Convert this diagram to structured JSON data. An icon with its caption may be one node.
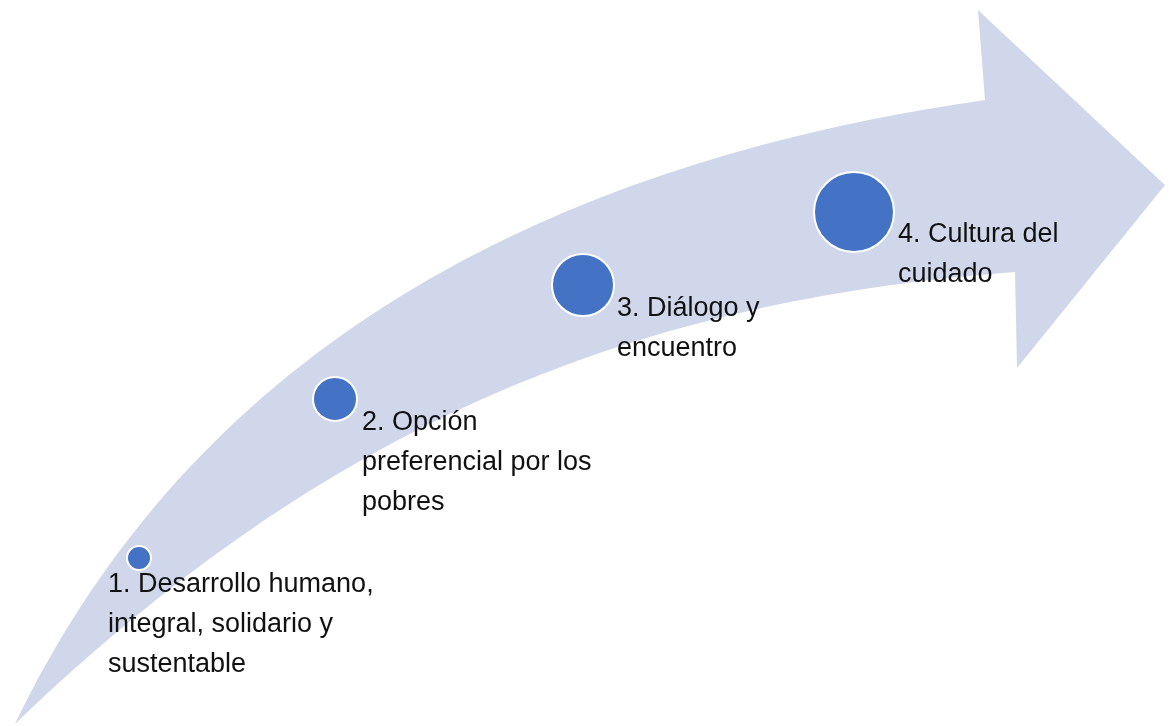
{
  "diagram": {
    "nodes": [
      {
        "text": [],
        "shape": "circle",
        "beside": [
          "1. Desarrollo humano, integral, solidario y sustentable"
        ]
      },
      {
        "text": [],
        "shape": "circle",
        "beside": [
          "2. Opción preferencial por los pobres"
        ]
      },
      {
        "text": [],
        "shape": "circle",
        "beside": [
          "3. Diálogo y encuentro"
        ]
      },
      {
        "text": [],
        "shape": "circle",
        "beside": [
          "4. Cultura del cuidado"
        ]
      }
    ]
  }
}
